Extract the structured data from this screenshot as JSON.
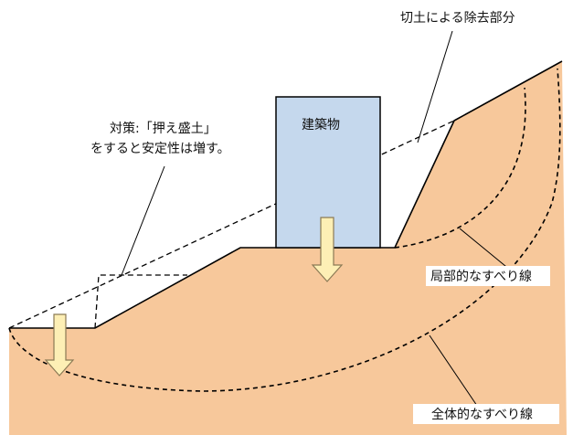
{
  "labels": {
    "cut_removal": "切土による除去部分",
    "countermeasure_line1": "対策:「押え盛土」",
    "countermeasure_line2": "をすると安定性は増す。",
    "building": "建築物",
    "local_slip": "局部的なすべり線",
    "global_slip": "全体的なすべり線"
  },
  "colors": {
    "ground": "#f7c89b",
    "building": "#c5d8ed",
    "arrow_fill": "#fdefb5",
    "arrow_stroke": "#8b7a55",
    "line": "#000000",
    "label_bg": "#ffffff"
  }
}
